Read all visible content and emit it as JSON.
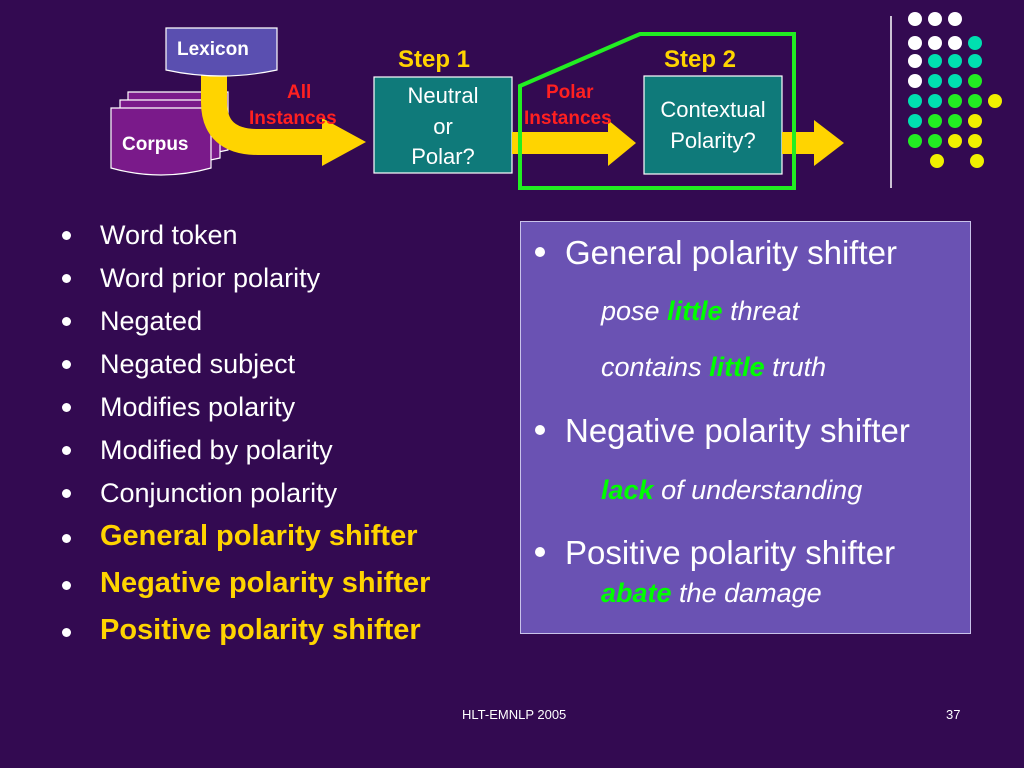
{
  "diagram": {
    "lexicon": "Lexicon",
    "corpus": "Corpus",
    "all_instances": [
      "All",
      "Instances"
    ],
    "step1": "Step 1",
    "step2": "Step 2",
    "box1": [
      "Neutral",
      "or",
      "Polar?"
    ],
    "polar_instances": [
      "Polar",
      "Instances"
    ],
    "box2": [
      "Contextual",
      "Polarity?"
    ]
  },
  "left_list": [
    {
      "text": "Word token",
      "highlight": false
    },
    {
      "text": "Word prior polarity",
      "highlight": false
    },
    {
      "text": "Negated",
      "highlight": false
    },
    {
      "text": "Negated subject",
      "highlight": false
    },
    {
      "text": "Modifies polarity",
      "highlight": false
    },
    {
      "text": "Modified by polarity",
      "highlight": false
    },
    {
      "text": "Conjunction polarity",
      "highlight": false
    },
    {
      "text": "General polarity shifter",
      "highlight": true
    },
    {
      "text": "Negative polarity shifter",
      "highlight": true
    },
    {
      "text": "Positive polarity shifter",
      "highlight": true
    }
  ],
  "right_box": {
    "general": "General polarity shifter",
    "general_ex1": {
      "pre": "pose ",
      "kw": "little",
      "post": " threat"
    },
    "general_ex2": {
      "pre": "contains ",
      "kw": "little",
      "post": " truth"
    },
    "negative": "Negative polarity shifter",
    "negative_ex": {
      "pre": "",
      "kw": "lack",
      "post": " of understanding"
    },
    "positive": "Positive polarity shifter",
    "positive_ex": {
      "pre": "",
      "kw": "abate",
      "post": " the damage"
    }
  },
  "footer": {
    "center": "HLT-EMNLP 2005",
    "page": "37"
  },
  "colors": {
    "background": "#330a51",
    "highlight_yellow": "#ffd400",
    "keyword_green": "#00ff00",
    "teal": "#0f7a7a",
    "box_purple": "#6a52b3"
  }
}
